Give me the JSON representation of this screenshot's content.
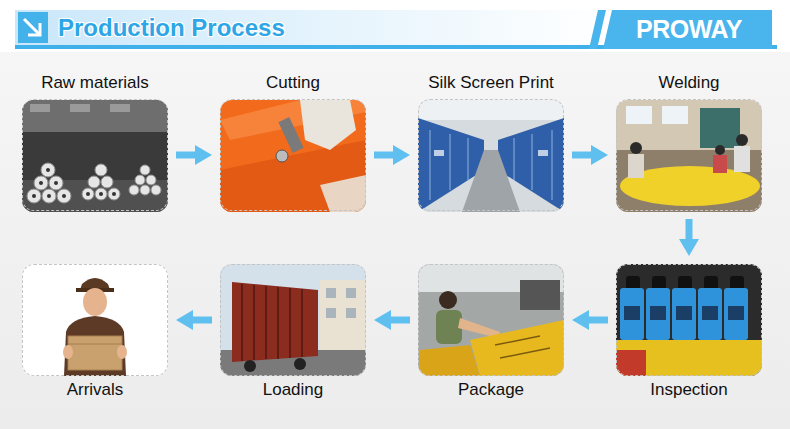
{
  "diagram": {
    "title": "Production Process",
    "nodes": [
      {
        "text": [
          "Raw materials"
        ]
      },
      {
        "text": [
          "Cutting"
        ]
      },
      {
        "text": [
          "Silk Screen Print"
        ]
      },
      {
        "text": [
          "Welding"
        ]
      },
      {
        "text": [
          "Inspection"
        ]
      },
      {
        "text": [
          "Package"
        ]
      },
      {
        "text": [
          "Loading"
        ]
      },
      {
        "text": [
          "Arrivals"
        ]
      }
    ],
    "edges": [
      {
        "from": 0,
        "to": 1,
        "arrow": "to"
      },
      {
        "from": 1,
        "to": 2,
        "arrow": "to"
      },
      {
        "from": 2,
        "to": 3,
        "arrow": "to"
      },
      {
        "from": 3,
        "to": 4,
        "arrow": "to"
      },
      {
        "from": 4,
        "to": 5,
        "arrow": "to"
      },
      {
        "from": 5,
        "to": 6,
        "arrow": "to"
      },
      {
        "from": 6,
        "to": 7,
        "arrow": "to"
      }
    ],
    "labels": [
      "PROWAY"
    ]
  }
}
